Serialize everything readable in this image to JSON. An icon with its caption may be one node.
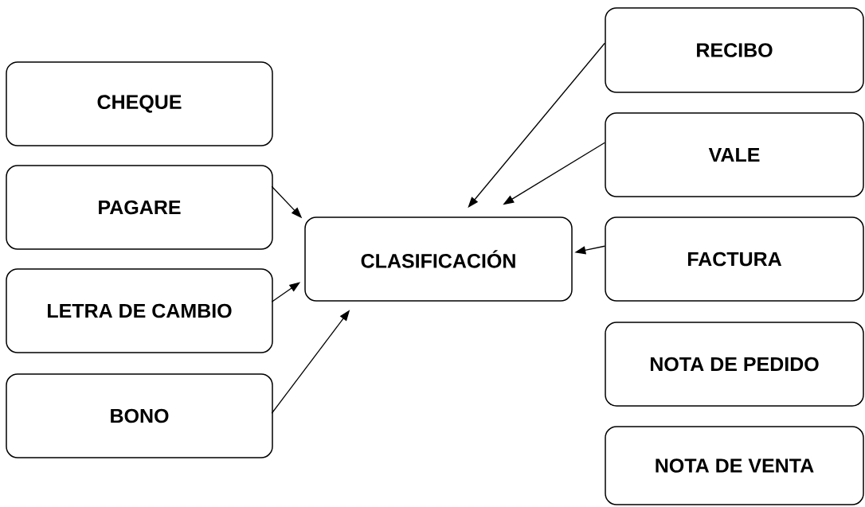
{
  "diagram": {
    "nodes": [
      {
        "text": [
          "CHEQUE"
        ]
      },
      {
        "text": [
          "PAGARE"
        ]
      },
      {
        "text": [
          "LETRA DE CAMBIO"
        ]
      },
      {
        "text": [
          "BONO"
        ]
      },
      {
        "text": [
          "CLASIFICACIÓN"
        ]
      },
      {
        "text": [
          "RECIBO"
        ]
      },
      {
        "text": [
          "VALE"
        ]
      },
      {
        "text": [
          "FACTURA"
        ]
      },
      {
        "text": [
          "NOTA DE PEDIDO"
        ]
      },
      {
        "text": [
          "NOTA DE VENTA"
        ]
      }
    ],
    "edges": [
      {
        "from": 1,
        "to": 4,
        "arrow": "to"
      },
      {
        "from": 2,
        "to": 4,
        "arrow": "to"
      },
      {
        "from": 3,
        "to": 4,
        "arrow": "to"
      },
      {
        "from": 5,
        "to": 4,
        "arrow": "to"
      },
      {
        "from": 6,
        "to": 4,
        "arrow": "to"
      },
      {
        "from": 7,
        "to": 4,
        "arrow": "to"
      }
    ]
  }
}
